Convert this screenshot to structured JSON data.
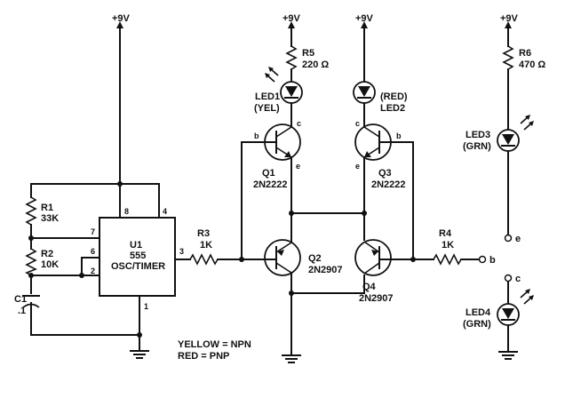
{
  "supply": {
    "vcc_label": "+9V"
  },
  "components": {
    "u1": {
      "ref": "U1",
      "line1": "555",
      "line2": "OSC/TIMER",
      "pin8": "8",
      "pin4": "4",
      "pin7": "7",
      "pin6": "6",
      "pin2": "2",
      "pin3": "3",
      "pin1": "1"
    },
    "r1": {
      "ref": "R1",
      "value": "33K"
    },
    "r2": {
      "ref": "R2",
      "value": "10K"
    },
    "c1": {
      "ref": "C1",
      "value": ".1"
    },
    "r3": {
      "ref": "R3",
      "value": "1K"
    },
    "r4": {
      "ref": "R4",
      "value": "1K"
    },
    "r5": {
      "ref": "R5",
      "value": "220 Ω"
    },
    "r6": {
      "ref": "R6",
      "value": "470 Ω"
    },
    "led1": {
      "ref": "LED1",
      "color": "(YEL)"
    },
    "led2": {
      "ref": "LED2",
      "color": "(RED)"
    },
    "led3": {
      "ref": "LED3",
      "color": "(GRN)"
    },
    "led4": {
      "ref": "LED4",
      "color": "(GRN)"
    },
    "q1": {
      "ref": "Q1",
      "part": "2N2222",
      "b": "b",
      "c": "c",
      "e": "e"
    },
    "q2": {
      "ref": "Q2",
      "part": "2N2907"
    },
    "q3": {
      "ref": "Q3",
      "part": "2N2222",
      "b": "b",
      "c": "c",
      "e": "e"
    },
    "q4": {
      "ref": "Q4",
      "part": "2N2907"
    }
  },
  "terminals": {
    "b_out": "b",
    "e_term": "e",
    "c_term": "c"
  },
  "legend": {
    "line1": "YELLOW = NPN",
    "line2": "RED = PNP"
  }
}
